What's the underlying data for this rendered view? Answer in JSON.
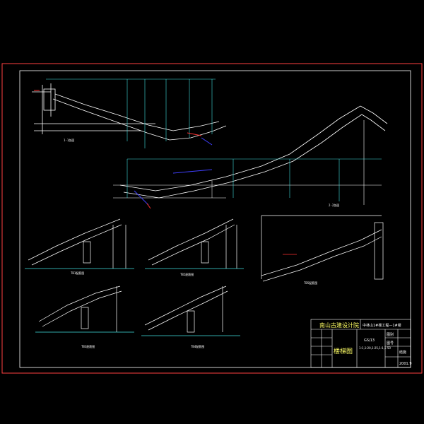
{
  "colors": {
    "background": "#000000",
    "frame": "#ff4040",
    "inner_border": "#ffffff",
    "wire": "#ffffff",
    "dimension": "#40e0e0",
    "accent_red": "#ff3030",
    "accent_blue": "#4040ff",
    "title_text": "#ffff66"
  },
  "title_block": {
    "company": "南山古建设计院",
    "project": "中林山1#楼工程—1#楼",
    "drawing_name": "楼梯图",
    "sheet_code": "GS/13",
    "sheet_desc": "1:1,1:20,1:25,1:1,1:50",
    "scale_label": "图别",
    "sheet_no_label": "图号",
    "sheet_no": "结施",
    "date": "2001.9"
  },
  "drawings": {
    "section_mark_top": "1-1剖面",
    "section_mark_mid": "2-2剖面",
    "detail_labels": [
      "TB1配筋图",
      "TB2配筋图",
      "TB3配筋图",
      "TB4配筋图",
      "TB5配筋图"
    ]
  }
}
